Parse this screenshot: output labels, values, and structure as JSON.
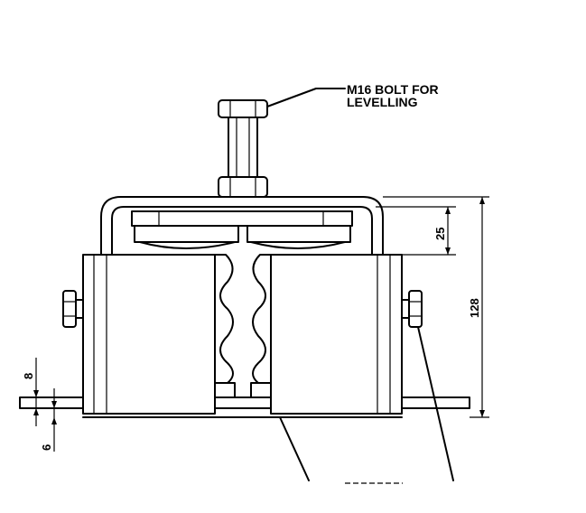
{
  "annotations": {
    "bolt_line1": "M16 BOLT FOR",
    "bolt_line2": "LEVELLING"
  },
  "dimensions": {
    "gap": "25",
    "height": "128",
    "plate_top": "8",
    "plate_bottom": "6"
  },
  "colors": {
    "ink": "#000000",
    "paper": "#ffffff"
  }
}
